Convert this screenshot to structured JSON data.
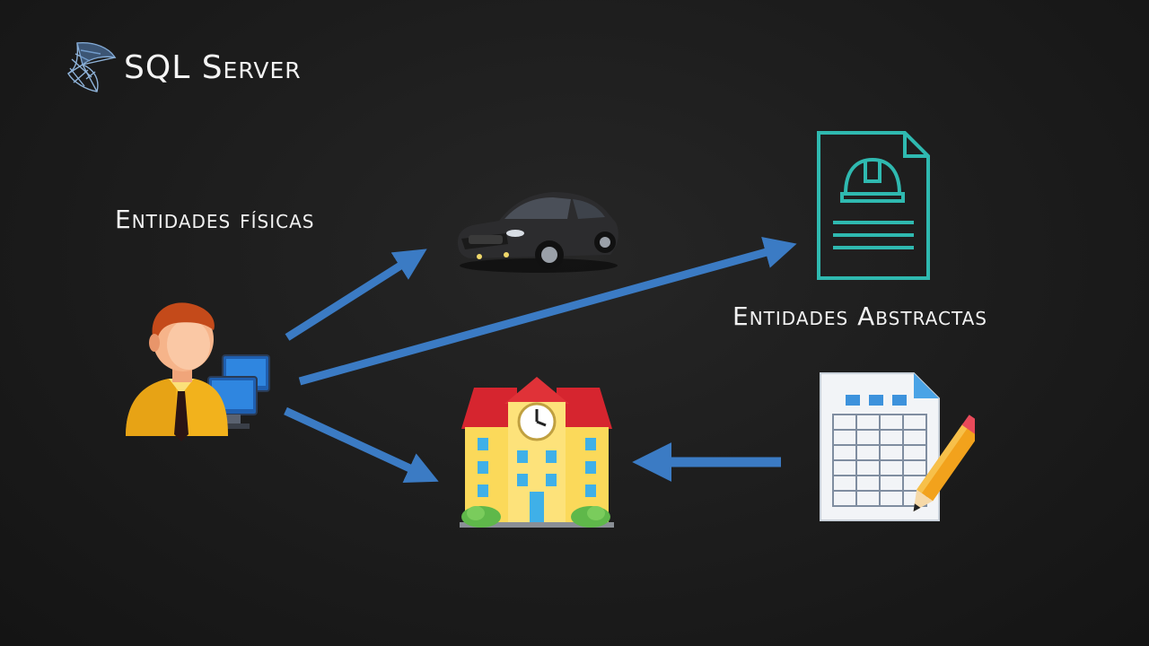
{
  "header": {
    "title": "SQL Server",
    "logo_icon": "sql-server-logo-icon"
  },
  "labels": {
    "physical_entities": "Entidades físicas",
    "abstract_entities": "Entidades Abstractas"
  },
  "nodes": [
    {
      "id": "user",
      "icon": "user-at-computer-icon"
    },
    {
      "id": "car",
      "icon": "car-icon"
    },
    {
      "id": "school",
      "icon": "school-building-icon"
    },
    {
      "id": "document",
      "icon": "document-hardhat-icon"
    },
    {
      "id": "spreadsheet",
      "icon": "spreadsheet-edit-icon"
    }
  ],
  "colors": {
    "arrow": "#3b7bc4",
    "document_accent": "#2fb9b0",
    "background": "#1b1b1b",
    "text": "#f2f2f2"
  }
}
